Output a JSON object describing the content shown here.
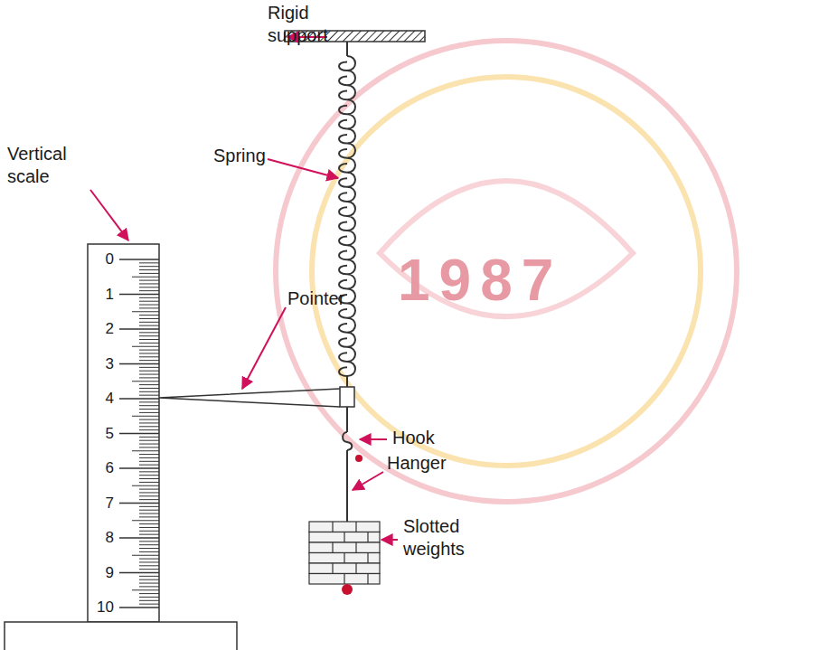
{
  "diagram": {
    "labels": [
      "Rigid support",
      "Spring",
      "Vertical scale",
      "Pointer",
      "Hook",
      "Hanger",
      "Slotted weights",
      "0",
      "1",
      "2",
      "3",
      "4",
      "5",
      "6",
      "7",
      "8",
      "9",
      "10",
      "1987"
    ]
  }
}
